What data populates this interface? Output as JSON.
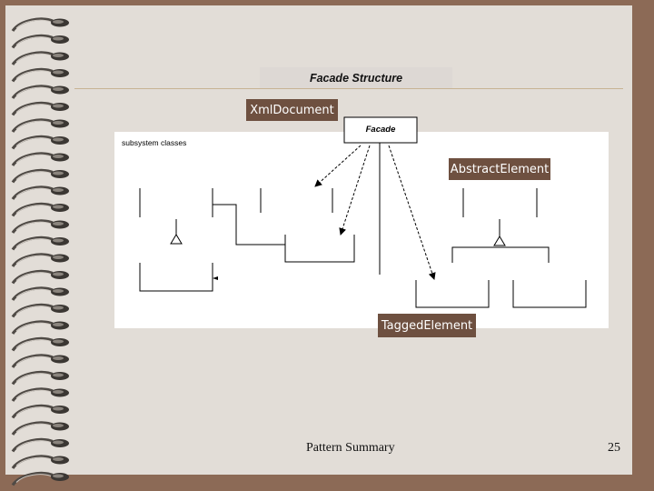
{
  "slide": {
    "title": "Facade Structure",
    "footer": "Pattern Summary",
    "page_number": "25"
  },
  "diagram": {
    "facade_box": "Facade",
    "subsystem_label": "subsystem classes"
  },
  "callouts": {
    "xml_document": "XmlDocument",
    "abstract_element": "AbstractElement",
    "tagged_element": "TaggedElement"
  },
  "colors": {
    "frame": "#8c6a56",
    "page": "#e2ddd7",
    "callout_bg": "#6e5040",
    "rule": "#c7b394"
  }
}
